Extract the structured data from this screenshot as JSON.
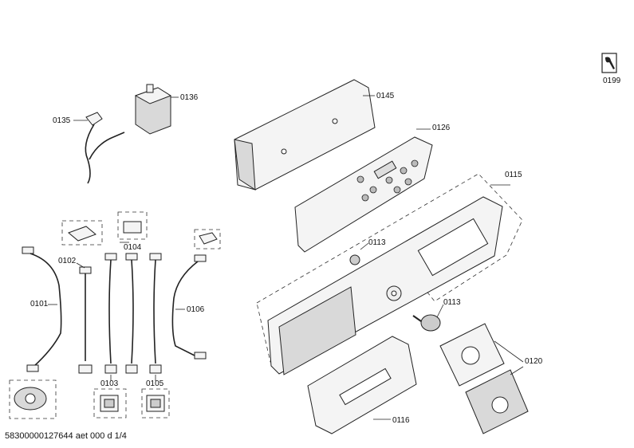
{
  "footer": {
    "document_code": "58300000127644 aet 000 d 1/4"
  },
  "labels": {
    "p0199": "0199",
    "p0136": "0136",
    "p0135": "0135",
    "p0145": "0145",
    "p0126": "0126",
    "p0115": "0115",
    "p0113a": "0113",
    "p0113b": "0113",
    "p0102": "0102",
    "p0104": "0104",
    "p0101": "0101",
    "p0106": "0106",
    "p0103": "0103",
    "p0105": "0105",
    "p0116": "0116",
    "p0120": "0120"
  },
  "icons": {
    "service_tool": "wrench-icon"
  }
}
